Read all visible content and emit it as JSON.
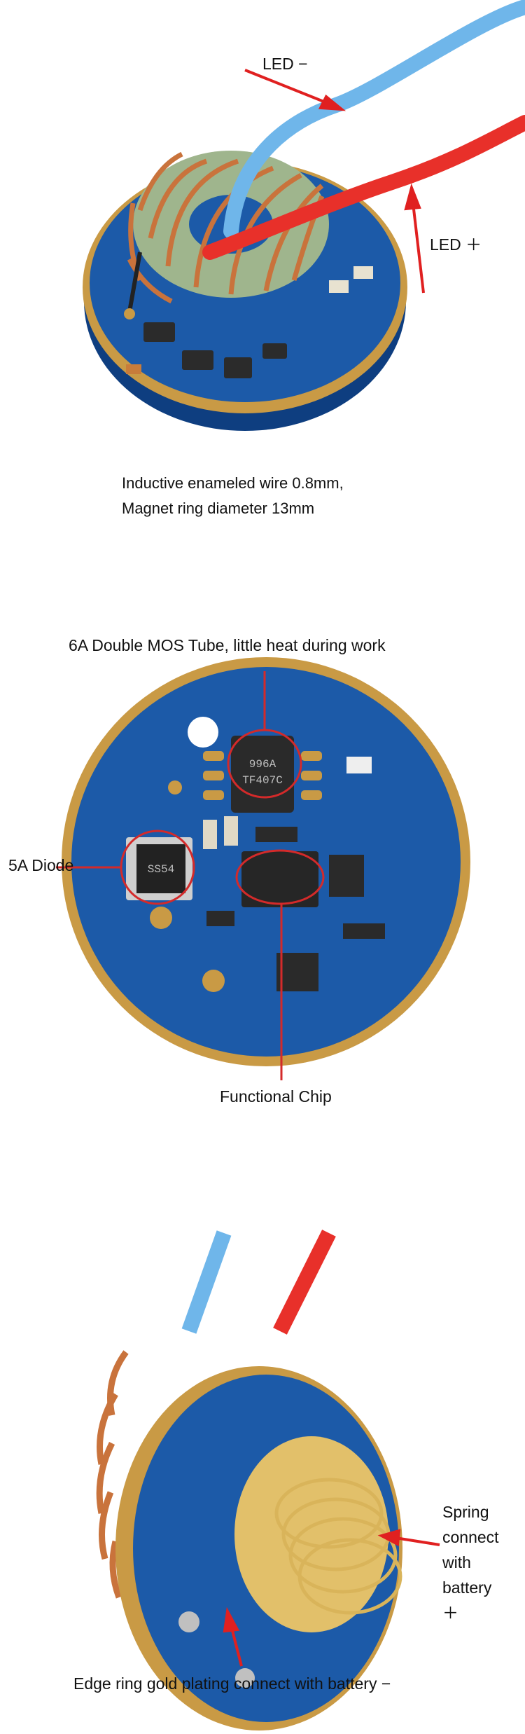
{
  "panel1": {
    "led_minus": "LED −",
    "led_plus": "LED ＋",
    "caption_line1": "Inductive enameled wire 0.8mm,",
    "caption_line2": "Magnet ring diameter 13mm",
    "colors": {
      "wire_blue": "#6fb6ea",
      "wire_red": "#e8302a",
      "pcb": "#1c5aa8",
      "copper": "#c9733c",
      "arrow": "#e02020"
    }
  },
  "panel2": {
    "mos_label": "6A Double MOS Tube, little heat during work",
    "diode_label": "5A Diode",
    "chip_label": "Functional Chip",
    "diode_marking": "SS54"
  },
  "panel3": {
    "spring_line1": "Spring",
    "spring_line2": "connect",
    "spring_line3": "with",
    "spring_line4": "battery",
    "spring_line5": "＋",
    "edge_label": "Edge ring gold plating connect with battery −"
  }
}
